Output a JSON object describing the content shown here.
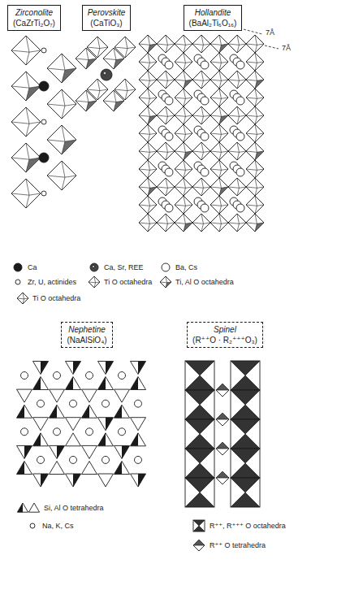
{
  "diagram": {
    "nodes": [
      {
        "text": [
          "Zirconolite",
          "(CaZrTi₂O₇)"
        ]
      },
      {
        "text": [
          "Perovskite",
          "(CaTiO₃)"
        ]
      },
      {
        "text": [
          "Hollandite",
          "(BaAl₂Ti₆O₁₆)"
        ]
      },
      {
        "text": [
          "Nephetine",
          "(NaAlSiO₄)"
        ]
      },
      {
        "text": [
          "Spinel",
          "(R⁺⁺O · R₂⁺⁺⁺O₃)"
        ]
      }
    ],
    "labels": [
      "7Å",
      "7Å"
    ],
    "legend": [
      {
        "text": "Ca"
      },
      {
        "text": "Ca, Sr, REE"
      },
      {
        "text": "Ba, Cs"
      },
      {
        "text": "Zr, U, actinides"
      },
      {
        "text": "Ti O octahedra"
      },
      {
        "text": "Ti, Al O octahedra"
      },
      {
        "text": "Ti O octahedra"
      },
      {
        "text": "Si, Al O tetrahedra"
      },
      {
        "text": "Na, K, Cs"
      },
      {
        "text": "R⁺⁺, R⁺⁺⁺ O octahedra"
      },
      {
        "text": "R⁺⁺ O tetrahedra"
      }
    ]
  }
}
